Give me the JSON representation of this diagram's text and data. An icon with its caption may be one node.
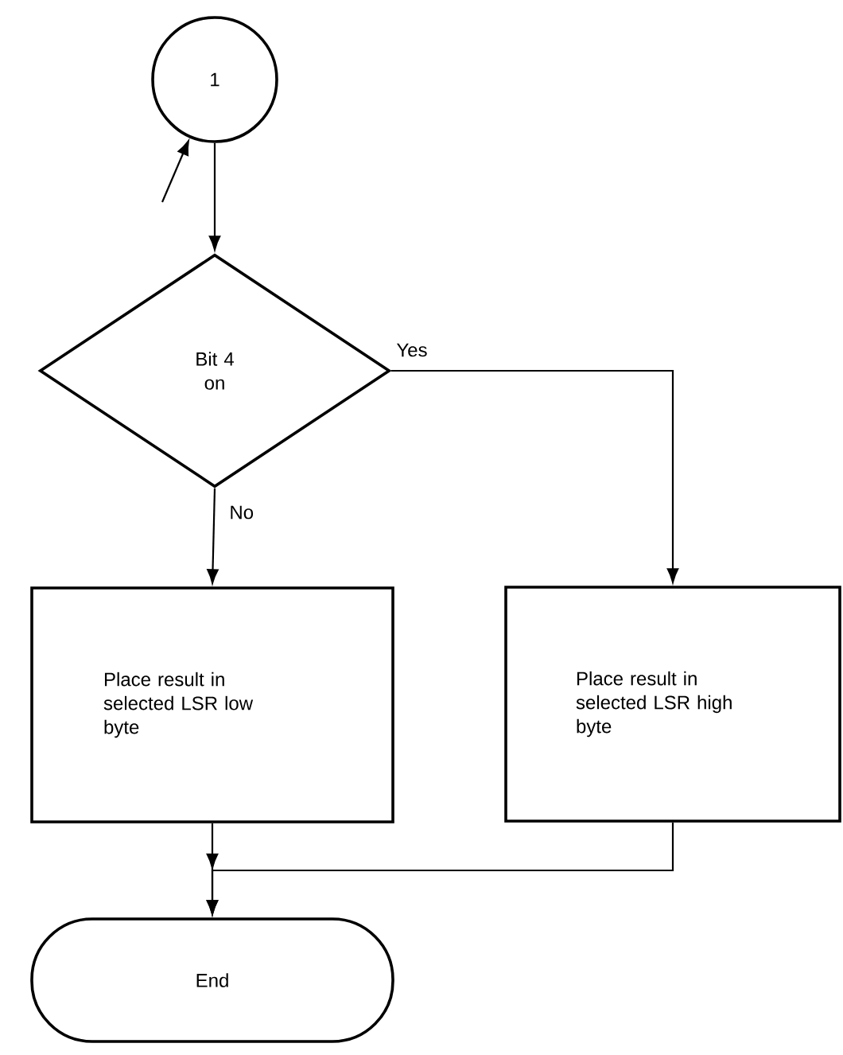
{
  "diagram": {
    "nodes": [
      {
        "text": [
          "1"
        ]
      },
      {
        "text": [
          "Bit 4 on"
        ]
      },
      {
        "text": [
          "Place result in selected LSR low byte"
        ]
      },
      {
        "text": [
          "Place result in selected LSR high byte"
        ]
      },
      {
        "text": [
          "End"
        ]
      }
    ],
    "edges": [
      {
        "from": null,
        "to": 0,
        "arrow": "to"
      },
      {
        "from": 0,
        "to": 1,
        "arrow": "to"
      },
      {
        "from": 1,
        "to": 2,
        "arrow": "to",
        "label": "No"
      },
      {
        "from": 1,
        "to": 3,
        "arrow": "to",
        "label": "Yes"
      },
      {
        "from": 2,
        "to": 4,
        "arrow": "to"
      },
      {
        "from": 3,
        "to": 4,
        "arrow": "to"
      }
    ]
  }
}
